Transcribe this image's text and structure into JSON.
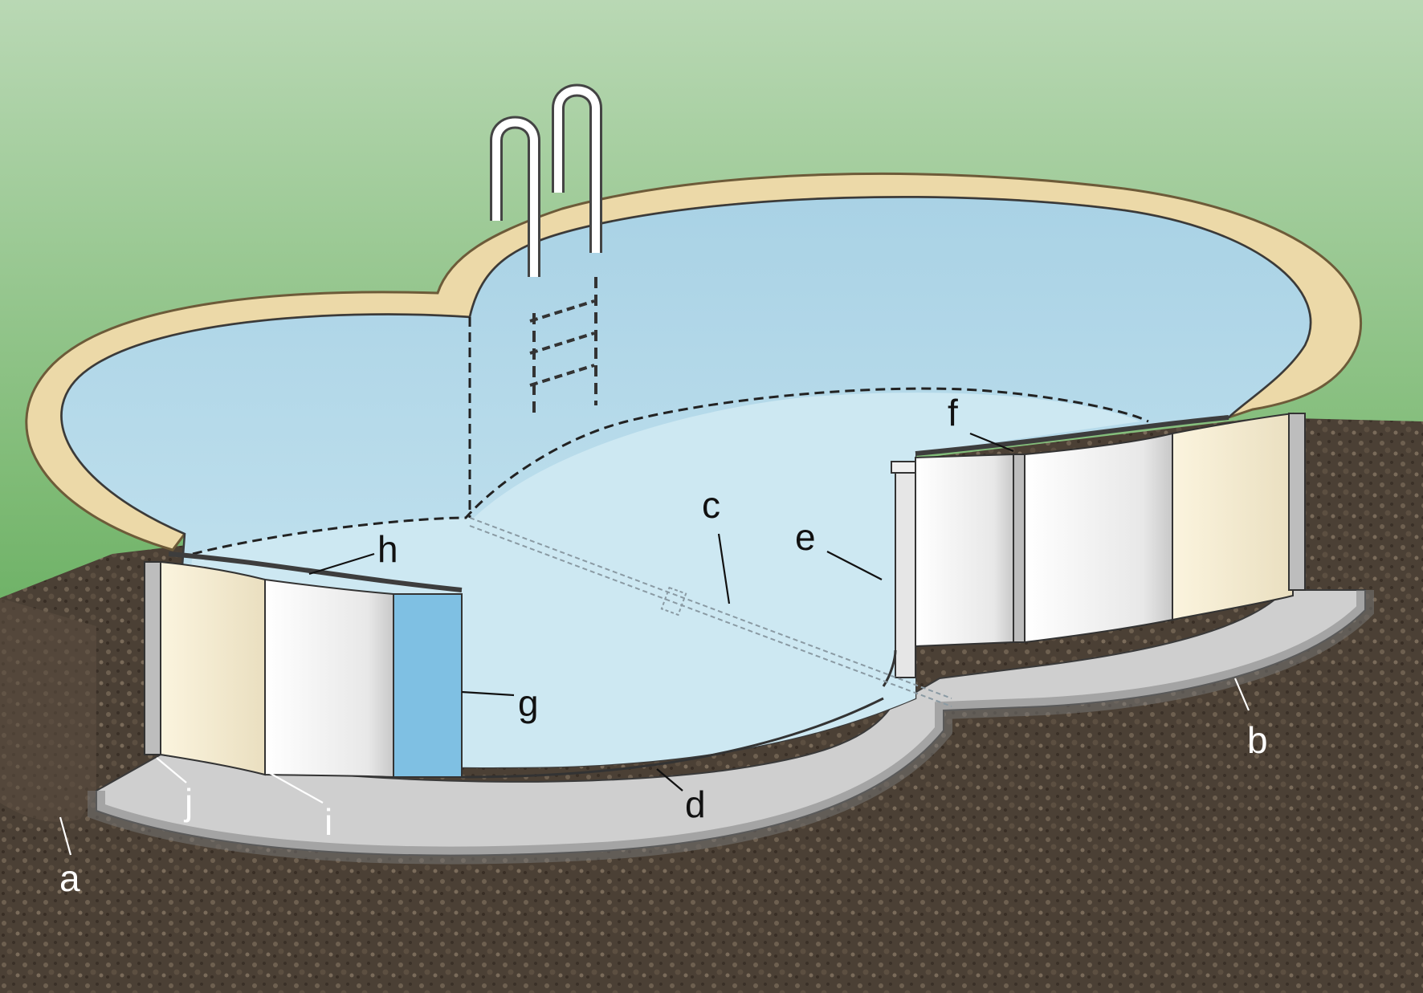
{
  "labels": {
    "a": "a",
    "b": "b",
    "c": "c",
    "d": "d",
    "e": "e",
    "f": "f",
    "g": "g",
    "h": "h",
    "i": "i",
    "j": "j"
  },
  "colors": {
    "sky_top": "#9fc8a0",
    "sky_bottom": "#3f9a3d",
    "soil": "#4a3f34",
    "water": "#c4e3ef",
    "water_deep": "#a9d3e6",
    "coping": "#ecd9a8",
    "wall_panel": "#f2f2f2",
    "blue_panel": "#7fc0e3",
    "foundation": "#c9c9c9"
  }
}
